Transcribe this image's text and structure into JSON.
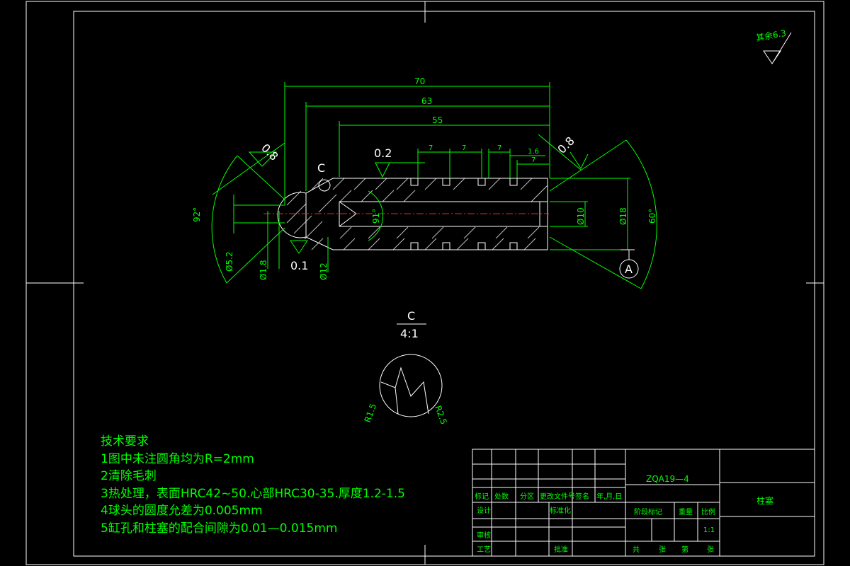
{
  "surface_finish_note": "其余6.3",
  "dimensions": {
    "len_70": "70",
    "len_63": "63",
    "len_55": "55",
    "groove_7a": "7",
    "groove_7b": "7",
    "groove_7c": "7",
    "groove_7d": "7",
    "groove_16": "1.6",
    "dia_10": "Ø10",
    "dia_18": "Ø18",
    "dia_12": "Ø12",
    "dia_18b": "Ø1.8",
    "dia_52": "Ø5.2",
    "angle_92": "92°",
    "angle_91": "91°",
    "angle_60": "60°",
    "rough_08_left": "0.8",
    "rough_08_right": "0.8",
    "rough_02": "0.2",
    "rough_01": "0.1",
    "detail_c": "C",
    "datum_a": "A"
  },
  "detail_view": {
    "label": "C",
    "scale": "4:1",
    "r15": "R1.5",
    "r25": "R2.5"
  },
  "notes": {
    "heading": "技术要求",
    "items": [
      "1图中未注圆角均为R=2mm",
      "2清除毛刺",
      "3热处理，表面HRC42~50.心部HRC30-35.厚度1.2-1.5",
      "4球头的圆度允差为0.005mm",
      "5缸孔和柱塞的配合间隙为0.01—0.015mm"
    ]
  },
  "title_block": {
    "drawing_no": "ZQA19—4",
    "part_name": "柱塞",
    "h_mark": "标记",
    "h_count": "处数",
    "h_zone": "分区",
    "h_docno": "更改文件号",
    "h_sign": "签名",
    "h_date": "年,月,日",
    "h_design": "设计",
    "h_std": "标准化",
    "h_stage": "阶段标记",
    "h_weight": "重量",
    "h_scale": "比例",
    "scale_val": "1:1",
    "h_review": "审核",
    "h_process": "工艺",
    "h_approve": "批准",
    "h_total": "共",
    "h_sheets": "张",
    "h_no": "第",
    "h_sheet": "张"
  }
}
